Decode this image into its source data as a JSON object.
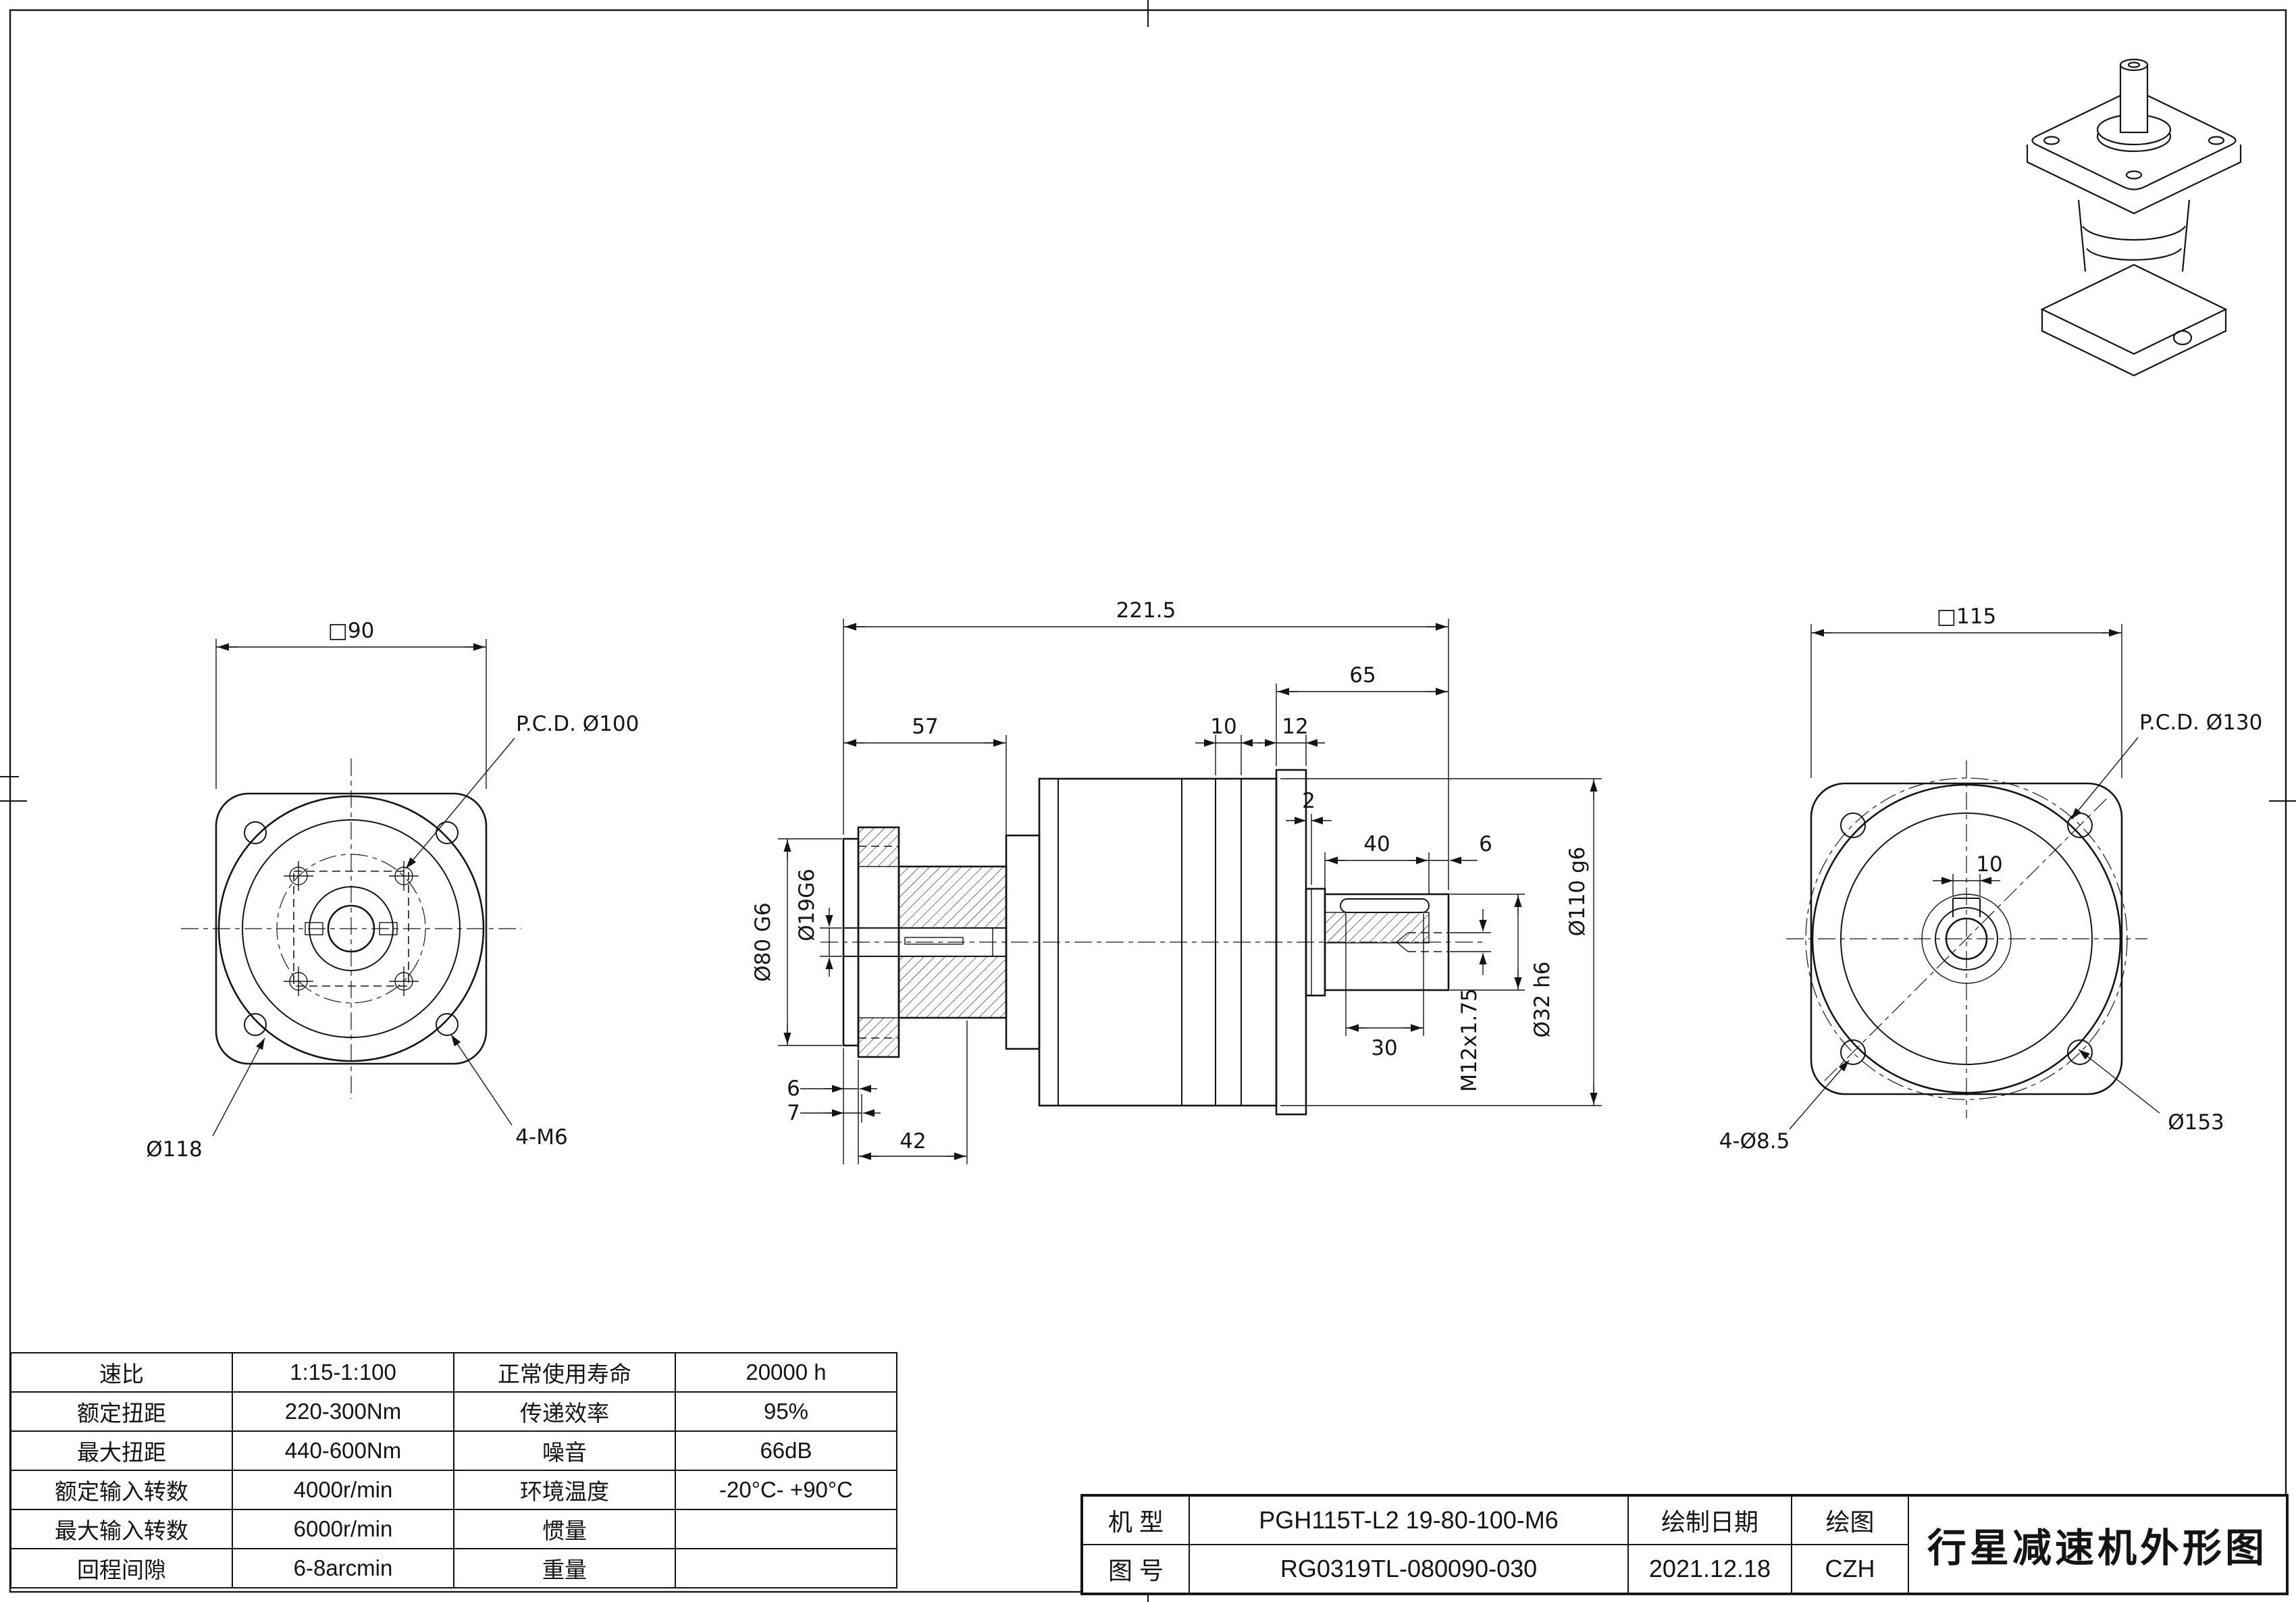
{
  "colors": {
    "ink": "#141414",
    "paper": "#ffffff"
  },
  "front_view": {
    "dim_square": "□90",
    "pcd_label": "P.C.D. Ø100",
    "dia_label": "Ø118",
    "holes_label": "4-M6"
  },
  "side_view": {
    "dim_total": "221.5",
    "dim_65": "65",
    "dim_57": "57",
    "dim_10": "10",
    "dim_12": "12",
    "dim_2": "2",
    "dim_40": "40",
    "dim_6_end": "6",
    "dim_30": "30",
    "thread_label": "M12x1.75",
    "shaft_dia": "Ø32 h6",
    "body_dia": "Ø110 g6",
    "input_dia": "Ø80 G6",
    "bore_dia": "Ø19G6",
    "dim_6": "6",
    "dim_7": "7",
    "dim_42": "42"
  },
  "rear_view": {
    "dim_square": "□115",
    "pcd_label": "P.C.D.  Ø130",
    "dim_10": "10",
    "holes_label": "4-Ø8.5",
    "dia_label": "Ø153"
  },
  "spec_table": {
    "rows": [
      {
        "label1": "速比",
        "value1": "1:15-1:100",
        "label2": "正常使用寿命",
        "value2": "20000 h"
      },
      {
        "label1": "额定扭距",
        "value1": "220-300Nm",
        "label2": "传递效率",
        "value2": "95%"
      },
      {
        "label1": "最大扭距",
        "value1": "440-600Nm",
        "label2": "噪音",
        "value2": "66dB"
      },
      {
        "label1": "额定输入转数",
        "value1": "4000r/min",
        "label2": "环境温度",
        "value2": "-20°C- +90°C"
      },
      {
        "label1": "最大输入转数",
        "value1": "6000r/min",
        "label2": "惯量",
        "value2": ""
      },
      {
        "label1": "回程间隙",
        "value1": "6-8arcmin",
        "label2": "重量",
        "value2": ""
      }
    ]
  },
  "title_block": {
    "model_label": "机 型",
    "model_value": "PGH115T-L2 19-80-100-M6",
    "date_label": "绘制日期",
    "draw_label": "绘图",
    "no_label": "图 号",
    "no_value": "RG0319TL-080090-030",
    "date_value": "2021.12.18",
    "author": "CZH",
    "title": "行星减速机外形图"
  }
}
